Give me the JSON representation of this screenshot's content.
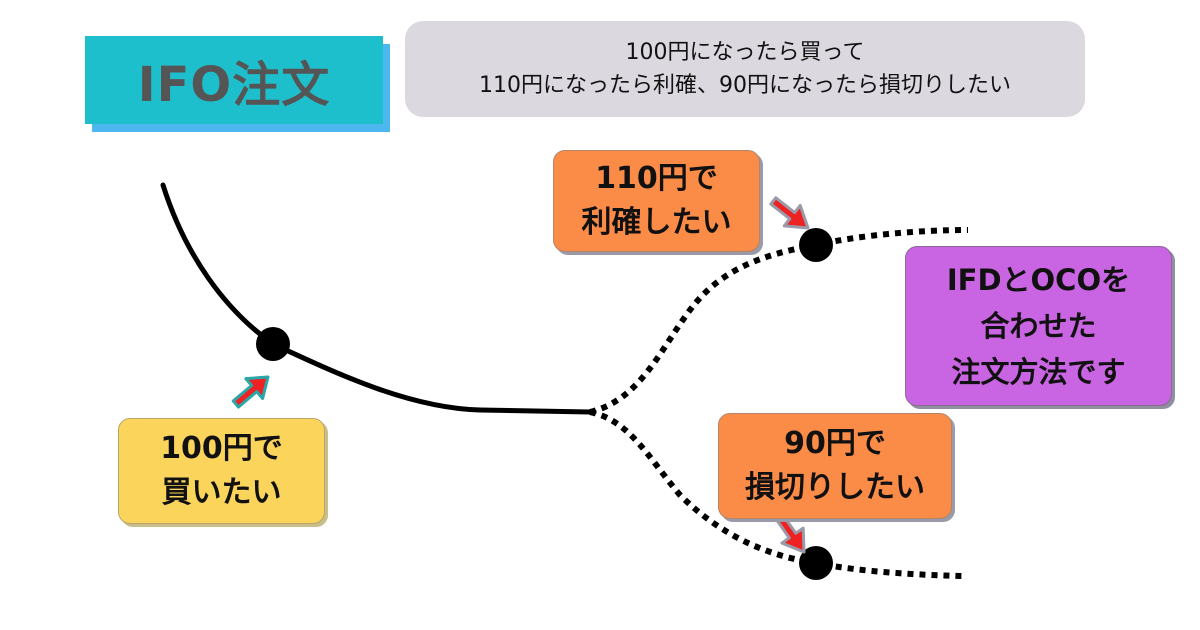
{
  "title": {
    "text": "IFO注文",
    "bg_color": "#1ebfcc",
    "shadow_color": "#4db8f0",
    "text_color": "#555555"
  },
  "description": {
    "lines": [
      "100円になったら買って",
      "110円になったら利確、90円になったら損切りしたい"
    ],
    "bg_color": "#dcd8e0"
  },
  "callouts": {
    "buy": {
      "lines": [
        "100円で",
        "買いたい"
      ],
      "color": "#fbd55b"
    },
    "take_profit": {
      "lines": [
        "110円で",
        "利確したい"
      ],
      "color": "#fb8c48"
    },
    "stop_loss": {
      "lines": [
        "90円で",
        "損切りしたい"
      ],
      "color": "#fb8c48"
    },
    "note": {
      "lines": [
        "IFDとOCOを",
        "合わせた",
        "注文方法です"
      ],
      "color": "#c964e2"
    }
  },
  "diagram": {
    "price_line": {
      "style": "solid",
      "description": "price falls to 100円 entry point"
    },
    "branches": [
      {
        "name": "take-profit-branch",
        "style": "dotted",
        "target": "110円"
      },
      {
        "name": "stop-loss-branch",
        "style": "dotted",
        "target": "90円"
      }
    ],
    "points": [
      "entry",
      "take-profit",
      "stop-loss"
    ],
    "arrow_color": "#ee2222",
    "arrow_outline_buy": "#2aa7a8",
    "arrow_outline_other": "#9a9aa8"
  }
}
